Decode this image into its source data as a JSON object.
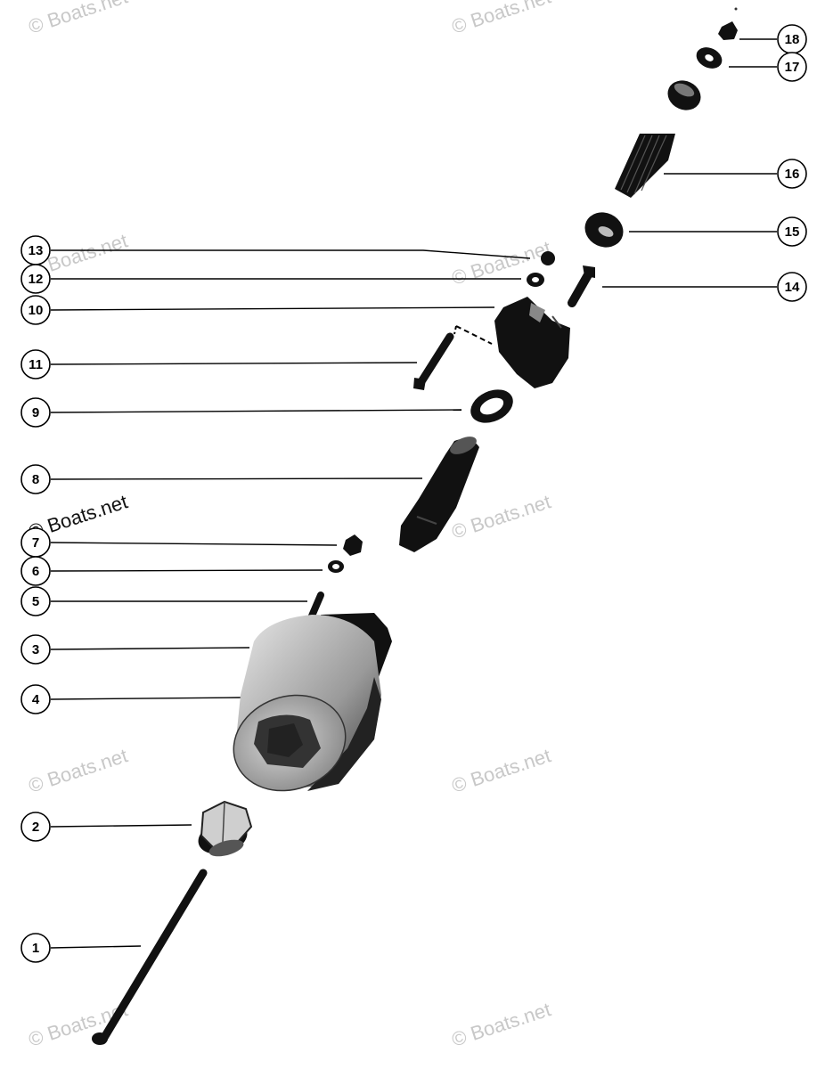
{
  "diagram": {
    "callouts": [
      "1",
      "2",
      "3",
      "4",
      "5",
      "6",
      "7",
      "8",
      "9",
      "10",
      "11",
      "12",
      "13",
      "14",
      "15",
      "16",
      "17",
      "18"
    ],
    "watermark": "© Boats.net"
  }
}
